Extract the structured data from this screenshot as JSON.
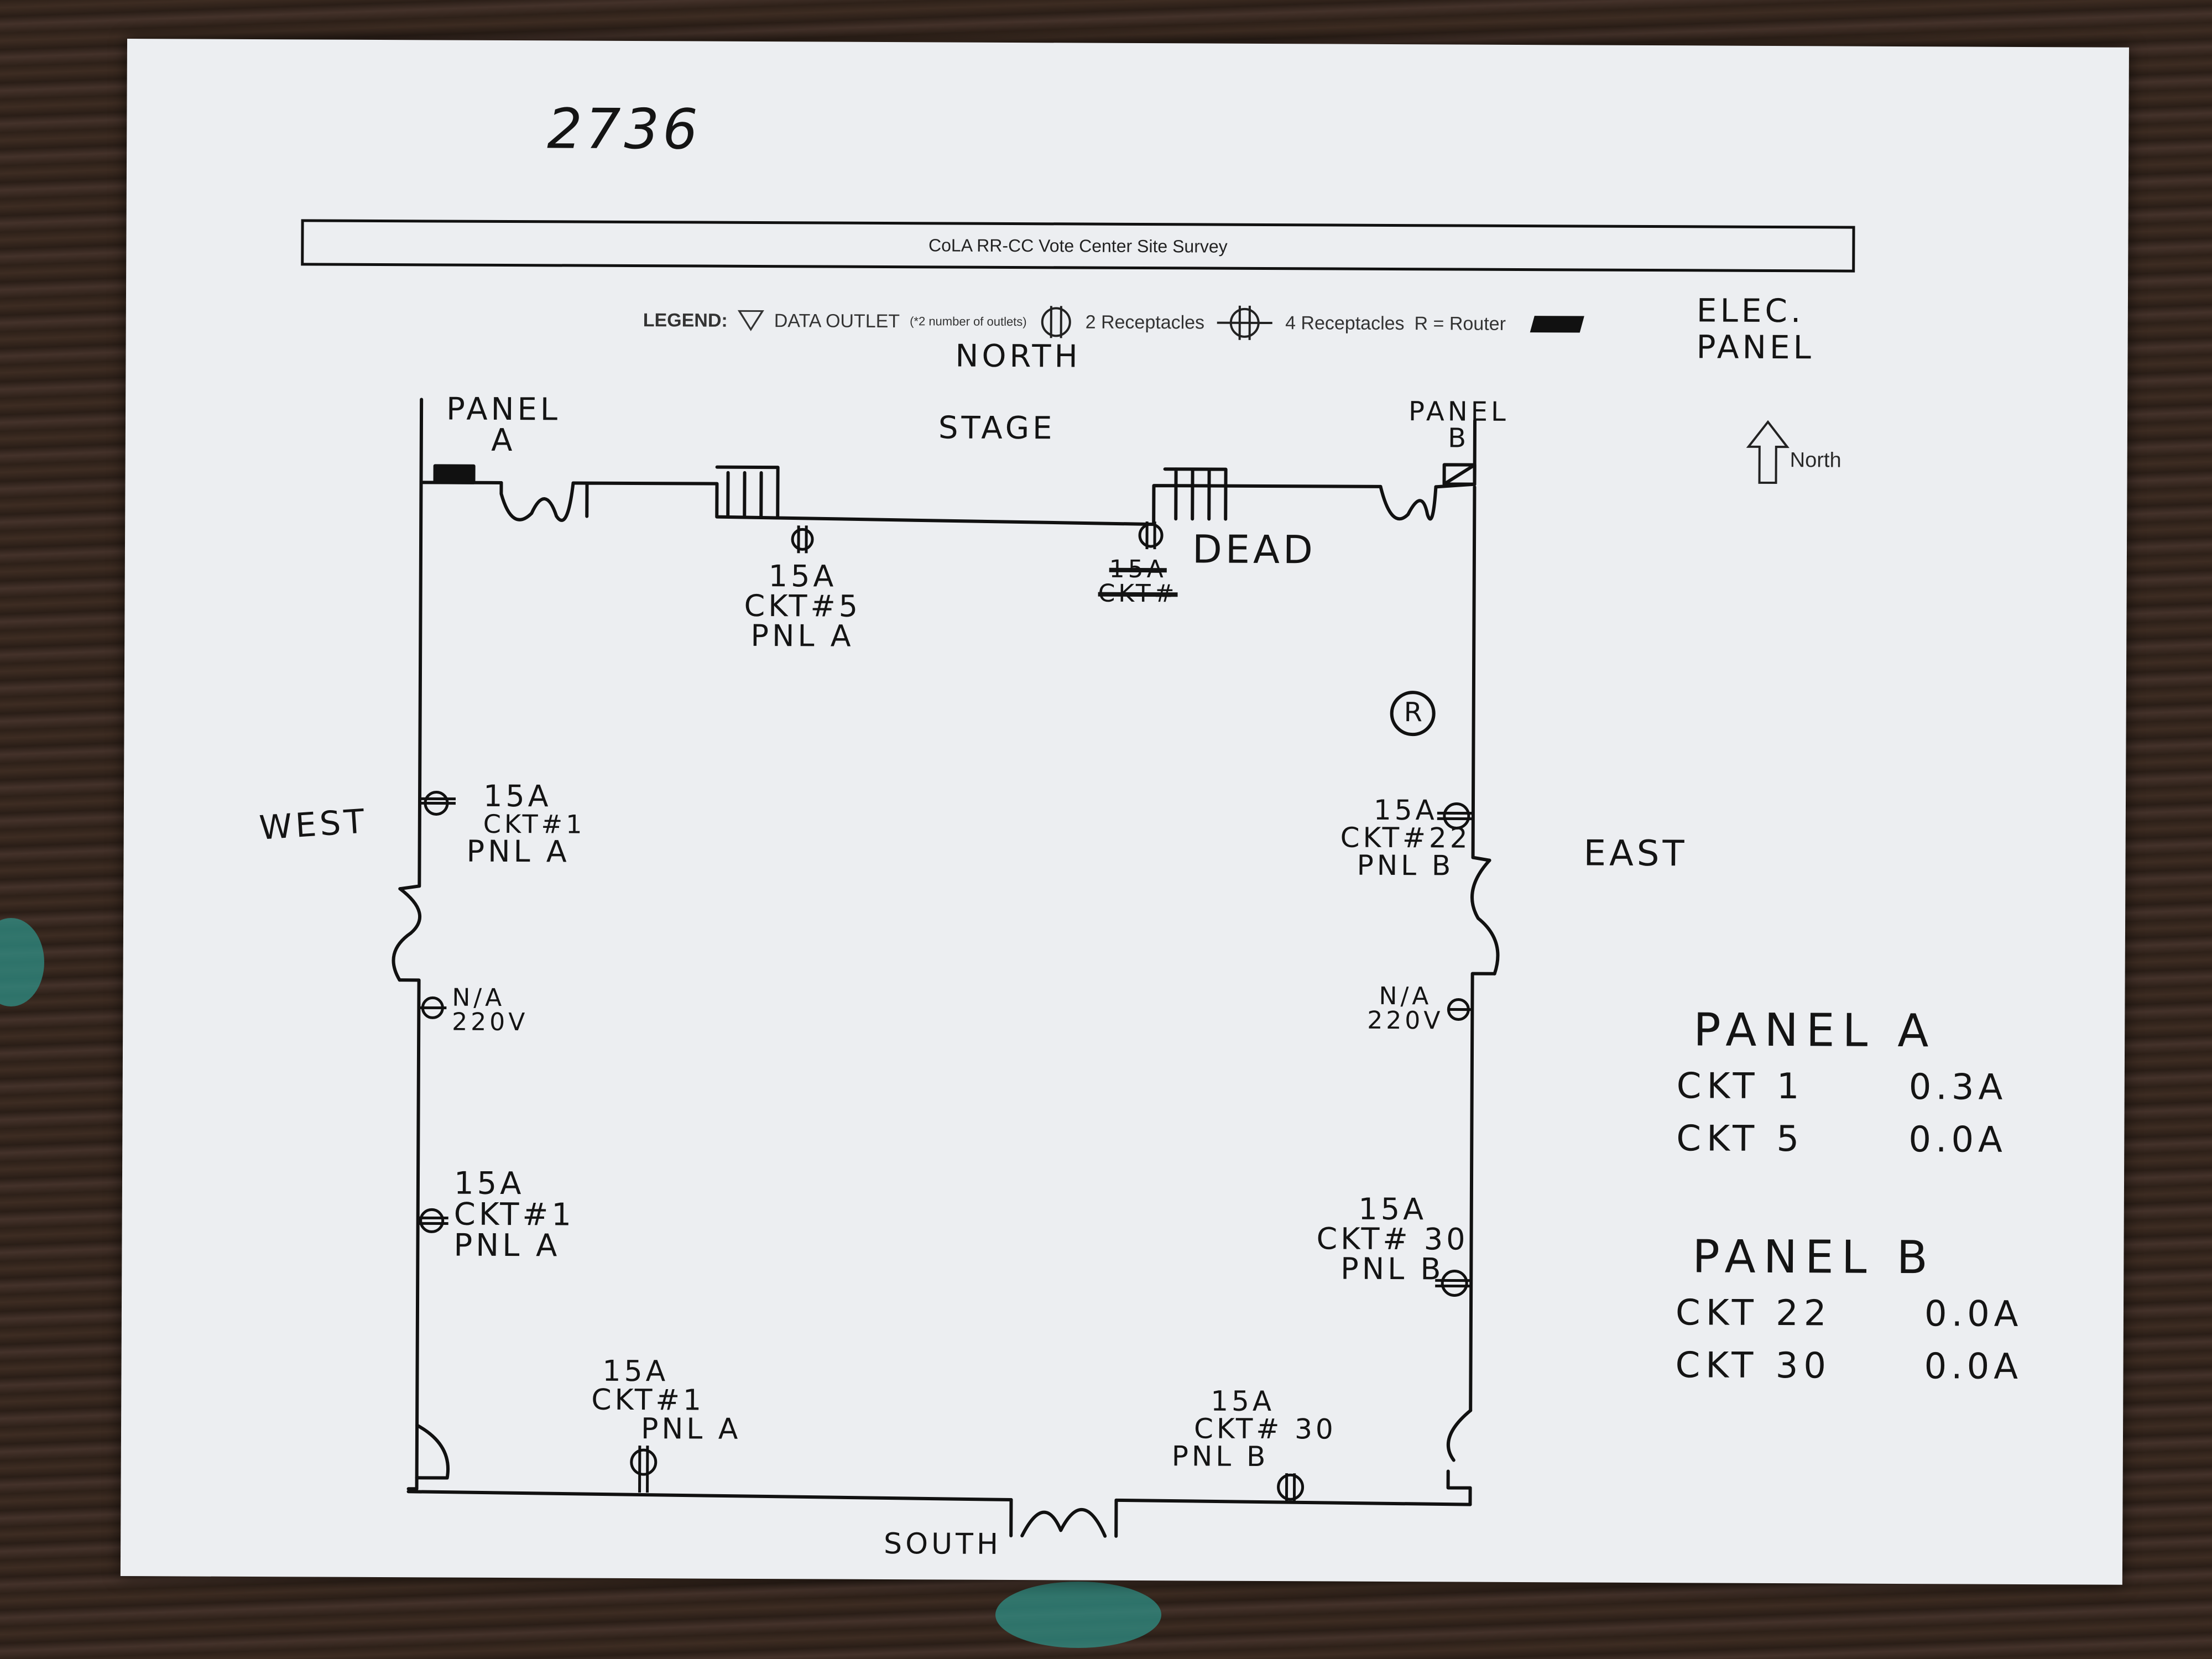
{
  "page_number": "2736",
  "title": "CoLA RR-CC Vote Center Site Survey",
  "legend": {
    "label": "LEGEND:",
    "data_outlet": "DATA OUTLET",
    "data_outlet_note": "(*2 number of outlets)",
    "two_receptacles": "2 Receptacles",
    "four_receptacles": "4 Receptacles",
    "router": "R = Router",
    "elec_panel_line1": "ELEC.",
    "elec_panel_line2": "PANEL"
  },
  "north_label": "North",
  "directions": {
    "north": "NORTH",
    "south": "SOUTH",
    "east": "EAST",
    "west": "WEST"
  },
  "stage": "STAGE",
  "panel_a_label": [
    "PANEL",
    "A"
  ],
  "panel_b_label": [
    "PANEL",
    "B"
  ],
  "router_symbol": "R",
  "outlets": {
    "stage_left": [
      "15A",
      "CKT#5",
      "PNL A"
    ],
    "stage_right_status": "DEAD",
    "stage_right_struck": [
      "15A",
      "CKT#"
    ],
    "west_upper": [
      "15A",
      "CKT#1",
      "PNL A"
    ],
    "west_220": [
      "N/A",
      "220V"
    ],
    "west_lower": [
      "15A",
      "CKT#1",
      "PNL A"
    ],
    "south_left": [
      "15A",
      "CKT#1",
      "PNL A"
    ],
    "south_right": [
      "15A",
      "CKT# 30",
      "PNL B"
    ],
    "east_upper": [
      "15A",
      "CKT#22",
      "PNL B"
    ],
    "east_220": [
      "N/A",
      "220V"
    ],
    "east_lower": [
      "15A",
      "CKT# 30",
      "PNL B"
    ]
  },
  "readings": {
    "panel_a": {
      "title": "PANEL A",
      "rows": [
        {
          "ckt": "CKT 1",
          "amps": "0.3A"
        },
        {
          "ckt": "CKT 5",
          "amps": "0.0A"
        }
      ]
    },
    "panel_b": {
      "title": "PANEL B",
      "rows": [
        {
          "ckt": "CKT 22",
          "amps": "0.0A"
        },
        {
          "ckt": "CKT 30",
          "amps": "0.0A"
        }
      ]
    }
  }
}
